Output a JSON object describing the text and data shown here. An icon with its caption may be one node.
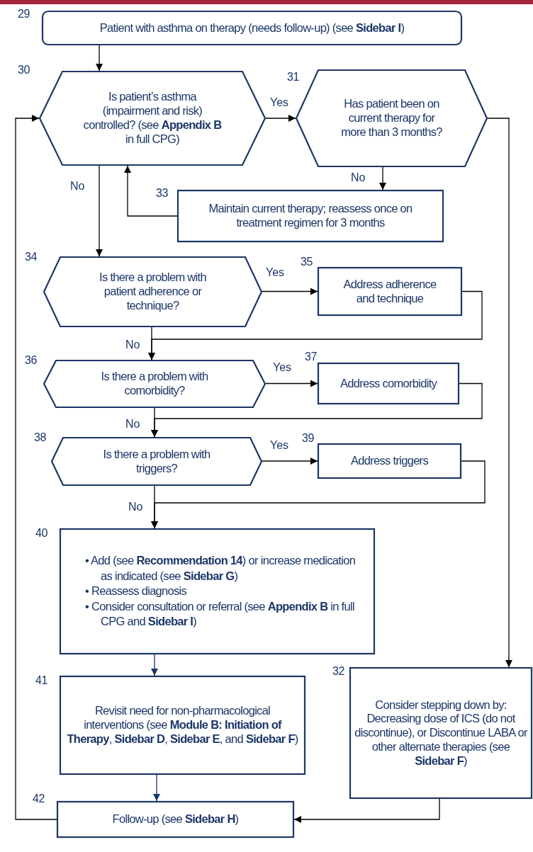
{
  "diagram": {
    "nodes": [
      {
        "text": [
          "Patient with asthma on therapy (needs follow-up) (see **Sidebar I**)"
        ],
        "beside": [
          "29"
        ]
      },
      {
        "text": [
          "Is patient’s asthma (impairment and risk) controlled? (see **Appendix B** in full CPG)"
        ],
        "beside": [
          "30"
        ]
      },
      {
        "text": [
          "Has patient been on current therapy for more than 3 months?"
        ],
        "beside": [
          "31"
        ]
      },
      {
        "text": [
          "Maintain current therapy; reassess once on treatment regimen for 3 months"
        ],
        "beside": [
          "33"
        ]
      },
      {
        "text": [
          "Is there a problem with patient adherence or technique?"
        ],
        "beside": [
          "34"
        ]
      },
      {
        "text": [
          "Address adherence and technique"
        ],
        "beside": [
          "35"
        ]
      },
      {
        "text": [
          "Is there a problem with comorbidity?"
        ],
        "beside": [
          "36"
        ]
      },
      {
        "text": [
          "Address comorbidity"
        ],
        "beside": [
          "37"
        ]
      },
      {
        "text": [
          "Is there a problem with triggers?"
        ],
        "beside": [
          "38"
        ]
      },
      {
        "text": [
          "Address triggers"
        ],
        "beside": [
          "39"
        ]
      },
      {
        "text": [
          "• Add (see **Recommendation 14**) or increase medication as indicated (see **Sidebar G**)",
          "• Reassess diagnosis",
          "• Consider consultation or referral (see **Appendix B** in full CPG and **Sidebar I**)"
        ],
        "beside": [
          "40"
        ]
      },
      {
        "text": [
          "Revisit need for non-pharmacological interventions (see **Module B: Initiation of Therapy**, **Sidebar D**, **Sidebar E**, and **Sidebar F**)"
        ],
        "beside": [
          "41"
        ]
      },
      {
        "text": [
          "Consider stepping down by: Decreasing dose of ICS (do not discontinue), or Discontinue LABA or other alternate therapies (see **Sidebar F**)"
        ],
        "beside": [
          "32"
        ]
      },
      {
        "text": [
          "Follow-up (see **Sidebar H**)"
        ],
        "beside": [
          "42"
        ]
      }
    ],
    "edges": [
      {
        "from": 0,
        "to": 1,
        "arrow": "to"
      },
      {
        "from": 1,
        "to": 2,
        "arrow": "to",
        "label": "Yes"
      },
      {
        "from": 1,
        "to": 4,
        "arrow": "to",
        "label": "No"
      },
      {
        "from": 2,
        "to": 3,
        "arrow": "to",
        "label": "No"
      },
      {
        "from": 2,
        "to": 12,
        "arrow": "to"
      },
      {
        "from": 3,
        "to": 1,
        "arrow": "to"
      },
      {
        "from": 4,
        "to": 5,
        "arrow": "to",
        "label": "Yes"
      },
      {
        "from": 4,
        "to": 6,
        "arrow": "to",
        "label": "No"
      },
      {
        "from": 5,
        "to": 6,
        "arrow": "to"
      },
      {
        "from": 6,
        "to": 7,
        "arrow": "to",
        "label": "Yes"
      },
      {
        "from": 6,
        "to": 8,
        "arrow": "to",
        "label": "No"
      },
      {
        "from": 7,
        "to": 8,
        "arrow": "to"
      },
      {
        "from": 8,
        "to": 9,
        "arrow": "to",
        "label": "Yes"
      },
      {
        "from": 8,
        "to": 10,
        "arrow": "to",
        "label": "No"
      },
      {
        "from": 9,
        "to": 10,
        "arrow": "to"
      },
      {
        "from": 10,
        "to": 11,
        "arrow": "to",
        "color": "#1b3668"
      },
      {
        "from": 11,
        "to": 13,
        "arrow": "to",
        "color": "#1b3668"
      },
      {
        "from": 12,
        "to": 13,
        "arrow": "to"
      },
      {
        "from": 13,
        "to": 1,
        "arrow": "to"
      }
    ]
  }
}
